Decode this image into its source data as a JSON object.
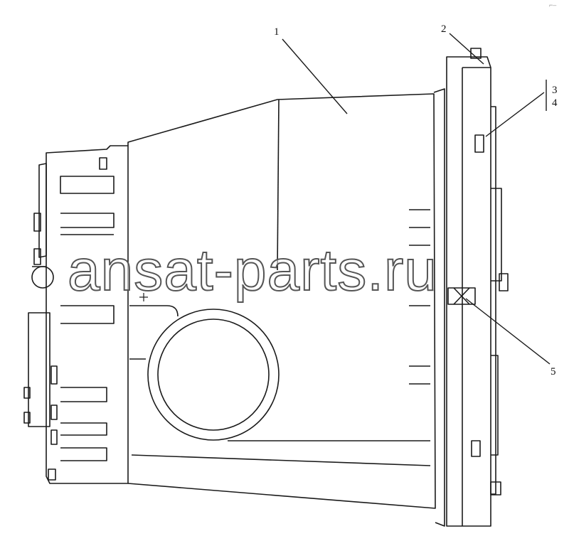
{
  "callouts": {
    "c1": "1",
    "c2": "2",
    "c3": "3",
    "c4": "4",
    "c5": "5"
  },
  "watermark": "ansat-parts.ru",
  "corner_mark": "⌐–",
  "colors": {
    "ink": "#1a1a1a",
    "watermark_outline": "#555555"
  }
}
